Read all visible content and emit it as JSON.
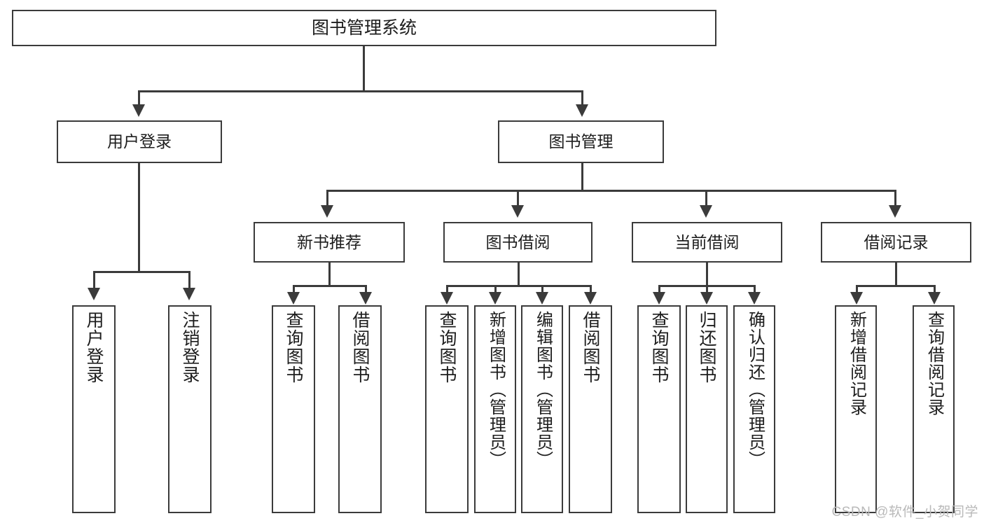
{
  "diagram": {
    "title": "图书管理系统",
    "type": "hierarchy-tree",
    "root": {
      "label": "图书管理系统"
    },
    "level1": [
      {
        "id": "user-login",
        "label": "用户登录"
      },
      {
        "id": "book-manage",
        "label": "图书管理"
      }
    ],
    "level2": [
      {
        "id": "new-book-rec",
        "label": "新书推荐",
        "parent": "book-manage"
      },
      {
        "id": "book-borrow",
        "label": "图书借阅",
        "parent": "book-manage"
      },
      {
        "id": "current-borrow",
        "label": "当前借阅",
        "parent": "book-manage"
      },
      {
        "id": "borrow-record",
        "label": "借阅记录",
        "parent": "book-manage"
      }
    ],
    "leaves": {
      "user-login": [
        {
          "id": "leaf-user-login",
          "label": "用户登录"
        },
        {
          "id": "leaf-user-logout",
          "label": "注销登录"
        }
      ],
      "new-book-rec": [
        {
          "id": "leaf-query-book-1",
          "label": "查询图书"
        },
        {
          "id": "leaf-borrow-book-1",
          "label": "借阅图书"
        }
      ],
      "book-borrow": [
        {
          "id": "leaf-query-book-2",
          "label": "查询图书"
        },
        {
          "id": "leaf-add-book",
          "label": "新增图书（管理员）"
        },
        {
          "id": "leaf-edit-book",
          "label": "编辑图书（管理员）"
        },
        {
          "id": "leaf-borrow-book-2",
          "label": "借阅图书"
        }
      ],
      "current-borrow": [
        {
          "id": "leaf-query-book-3",
          "label": "查询图书"
        },
        {
          "id": "leaf-return-book",
          "label": "归还图书"
        },
        {
          "id": "leaf-confirm-return",
          "label": "确认归还（管理员）"
        }
      ],
      "borrow-record": [
        {
          "id": "leaf-add-record",
          "label": "新增借阅记录"
        },
        {
          "id": "leaf-query-record",
          "label": "查询借阅记录"
        }
      ]
    }
  },
  "watermark": {
    "text": "CSDN @软件_小贺同学"
  },
  "colors": {
    "stroke": "#3b3b3b",
    "fill": "#ffffff",
    "text": "#1d1d1d",
    "watermark": "#b9b9b9"
  }
}
